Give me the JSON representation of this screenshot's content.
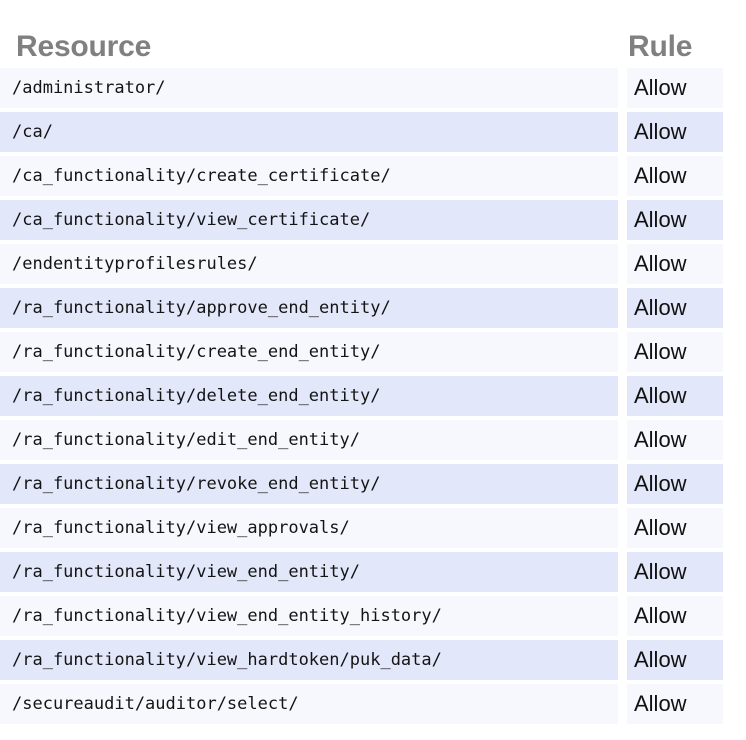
{
  "table": {
    "columns": [
      {
        "key": "resource",
        "label": "Resource"
      },
      {
        "key": "rule",
        "label": "Rule"
      }
    ],
    "colors": {
      "header_text": "#808080",
      "row_odd_bg": "#f7f8fd",
      "row_even_bg": "#e3e7fa",
      "cell_text": "#141414",
      "page_bg": "#ffffff"
    },
    "rows": [
      {
        "resource": "/administrator/",
        "rule": "Allow"
      },
      {
        "resource": "/ca/",
        "rule": "Allow"
      },
      {
        "resource": "/ca_functionality/create_certificate/",
        "rule": "Allow"
      },
      {
        "resource": "/ca_functionality/view_certificate/",
        "rule": "Allow"
      },
      {
        "resource": "/endentityprofilesrules/",
        "rule": "Allow"
      },
      {
        "resource": "/ra_functionality/approve_end_entity/",
        "rule": "Allow"
      },
      {
        "resource": "/ra_functionality/create_end_entity/",
        "rule": "Allow"
      },
      {
        "resource": "/ra_functionality/delete_end_entity/",
        "rule": "Allow"
      },
      {
        "resource": "/ra_functionality/edit_end_entity/",
        "rule": "Allow"
      },
      {
        "resource": "/ra_functionality/revoke_end_entity/",
        "rule": "Allow"
      },
      {
        "resource": "/ra_functionality/view_approvals/",
        "rule": "Allow"
      },
      {
        "resource": "/ra_functionality/view_end_entity/",
        "rule": "Allow"
      },
      {
        "resource": "/ra_functionality/view_end_entity_history/",
        "rule": "Allow"
      },
      {
        "resource": "/ra_functionality/view_hardtoken/puk_data/",
        "rule": "Allow"
      },
      {
        "resource": "/secureaudit/auditor/select/",
        "rule": "Allow"
      }
    ]
  }
}
